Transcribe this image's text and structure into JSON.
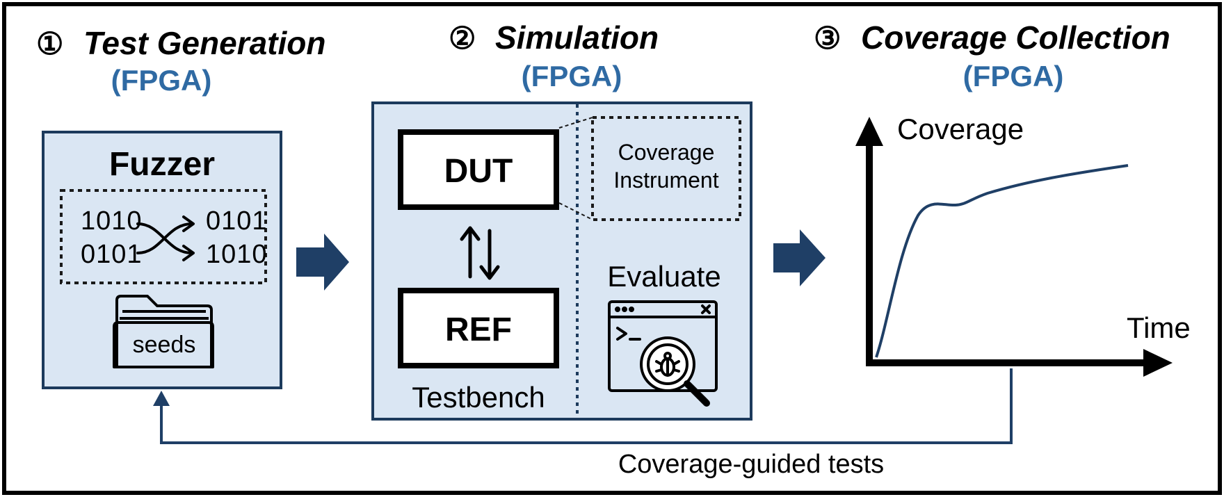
{
  "stages": [
    {
      "number": "①",
      "title": "Test Generation",
      "platform": "(FPGA)"
    },
    {
      "number": "②",
      "title": "Simulation",
      "platform": "(FPGA)"
    },
    {
      "number": "③",
      "title": "Coverage Collection",
      "platform": "(FPGA)"
    }
  ],
  "fuzzer": {
    "title": "Fuzzer",
    "bits_in": [
      "1010",
      "0101"
    ],
    "bits_out": [
      "0101",
      "1010"
    ],
    "seeds_label": "seeds"
  },
  "simulation": {
    "dut_label": "DUT",
    "ref_label": "REF",
    "testbench_label": "Testbench",
    "coverage_instrument_lines": [
      "Coverage",
      "Instrument"
    ],
    "evaluate_label": "Evaluate"
  },
  "coverage_chart": {
    "y_axis_label": "Coverage",
    "x_axis_label": "Time"
  },
  "feedback_label": "Coverage-guided tests",
  "colors": {
    "accent_blue": "#2f6aa3",
    "panel_fill": "#dae6f3",
    "panel_border": "#1c3a5c",
    "arrow_fill": "#1f3f66",
    "curve": "#1f3f66"
  }
}
